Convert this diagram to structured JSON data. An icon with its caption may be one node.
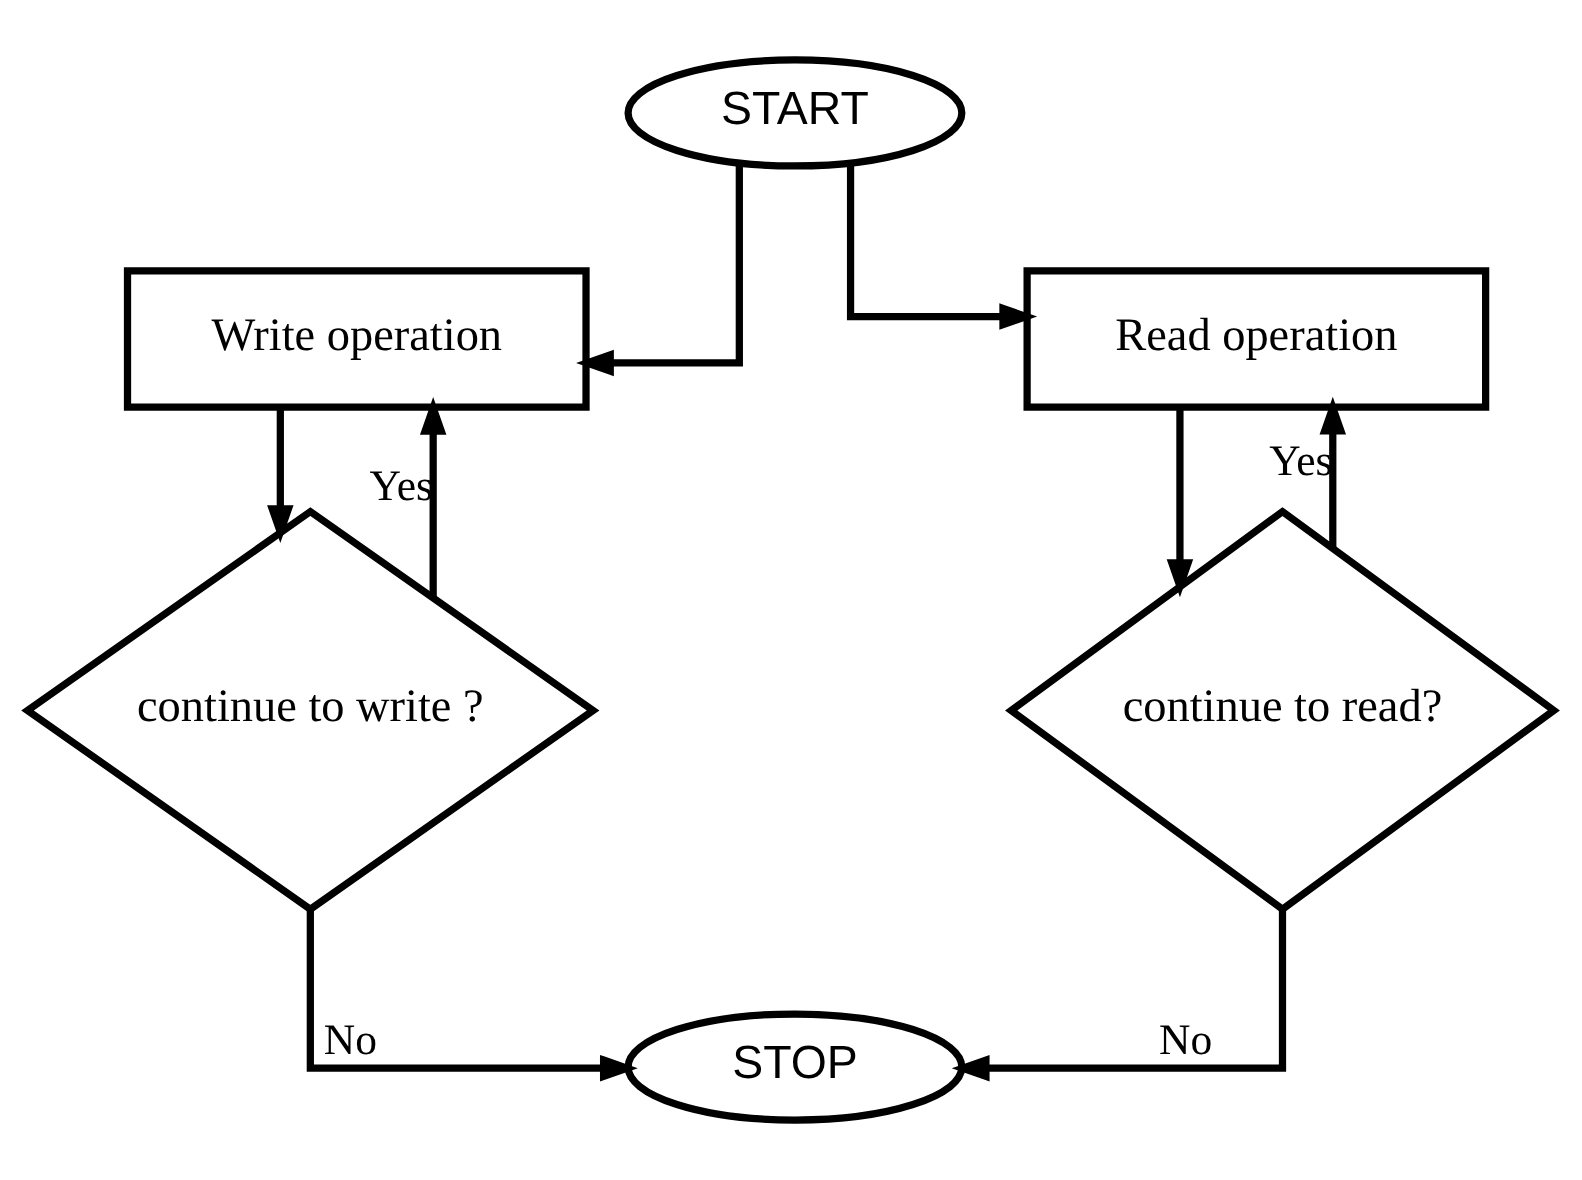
{
  "diagram": {
    "nodes": [
      {
        "text": [
          "START"
        ]
      },
      {
        "text": [
          "Write operation"
        ]
      },
      {
        "text": [
          "Read operation"
        ]
      },
      {
        "text": [
          "continue to write ?"
        ]
      },
      {
        "text": [
          "continue to read?"
        ]
      },
      {
        "text": [
          "STOP"
        ]
      }
    ],
    "edges": [
      {
        "from": 0,
        "to": 1,
        "arrow": "to"
      },
      {
        "from": 0,
        "to": 2,
        "arrow": "to"
      },
      {
        "from": 1,
        "to": 3,
        "arrow": "to"
      },
      {
        "from": 2,
        "to": 4,
        "arrow": "to"
      },
      {
        "from": 3,
        "to": 1,
        "arrow": "to",
        "label": "Yes"
      },
      {
        "from": 4,
        "to": 2,
        "arrow": "to",
        "label": "Yes"
      },
      {
        "from": 3,
        "to": 5,
        "arrow": "to",
        "label": "No"
      },
      {
        "from": 4,
        "to": 5,
        "arrow": "to",
        "label": "No"
      }
    ]
  }
}
